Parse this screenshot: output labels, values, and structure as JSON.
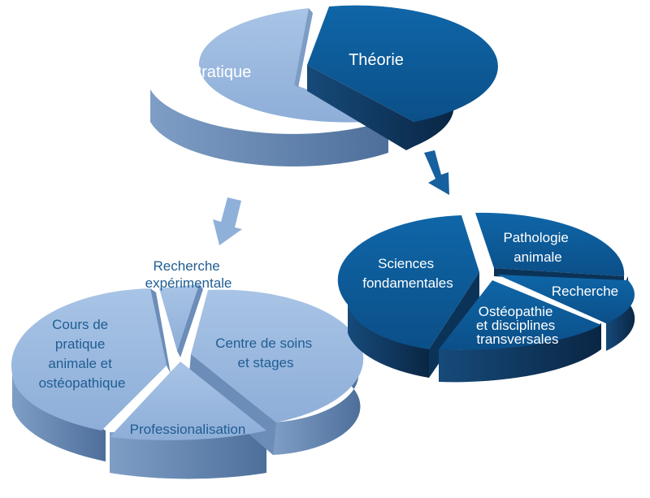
{
  "colors": {
    "light_top": "#9dbbe0",
    "light_side": "#6c8db8",
    "dark_top": "#0d5b99",
    "dark_side": "#0b3358",
    "arrow_light": "#8fb0d9",
    "arrow_dark": "#17609f",
    "label_dark": "#1f5d92"
  },
  "top_pie": {
    "segments": [
      {
        "label": "Pratique"
      },
      {
        "label": "Théorie"
      }
    ]
  },
  "left_pie": {
    "segments": [
      {
        "label_lines": [
          "Recherche",
          "expérimentale"
        ]
      },
      {
        "label_lines": [
          "Centre de soins",
          "et stages"
        ]
      },
      {
        "label_lines": [
          "Professionalisation"
        ]
      },
      {
        "label_lines": [
          "Cours de",
          "pratique",
          "animale et",
          "ostéopathique"
        ]
      }
    ]
  },
  "right_pie": {
    "segments": [
      {
        "label_lines": [
          "Pathologie",
          "animale"
        ]
      },
      {
        "label_lines": [
          "Recherche"
        ]
      },
      {
        "label_lines": [
          "Ostéopathie",
          "et disciplines",
          "transversales"
        ]
      },
      {
        "label_lines": [
          "Sciences",
          "fondamentales"
        ]
      }
    ]
  }
}
